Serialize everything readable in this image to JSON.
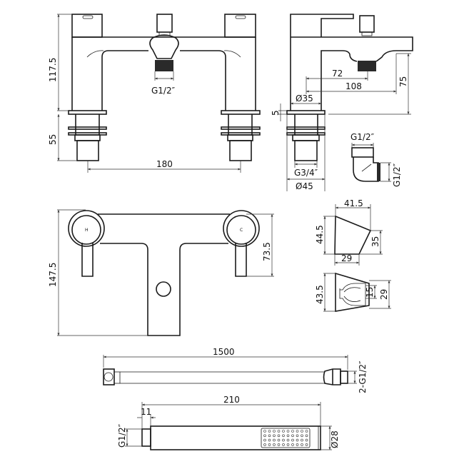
{
  "front_view": {
    "thread_label": "G1/2″",
    "height_label": "117.5",
    "base_height_label": "55",
    "centres_label": "180"
  },
  "side_view": {
    "dim_72": "72",
    "dim_108": "108",
    "dim_75": "75",
    "dim_35": "Ø35",
    "dim_5": "5",
    "thread_label": "G3/4″",
    "dim_45": "Ø45"
  },
  "elbow": {
    "top_label": "G1/2″",
    "side_label": "G1/2″"
  },
  "top_view": {
    "hot_label": "H",
    "cold_label": "C",
    "depth_label": "147.5",
    "lever_label": "73.5"
  },
  "bracket": {
    "width_label": "41.5",
    "height_label": "44.5",
    "slope_label": "35",
    "base_label": "29",
    "depth_label": "43.5",
    "hole_label": "15",
    "front_label": "29"
  },
  "hose": {
    "length_label": "1500",
    "thread_label": "2-G1/2″"
  },
  "handset": {
    "length_label": "210",
    "connector_label": "11",
    "thread_label": "G1/2″",
    "diameter_label": "Ø28"
  }
}
